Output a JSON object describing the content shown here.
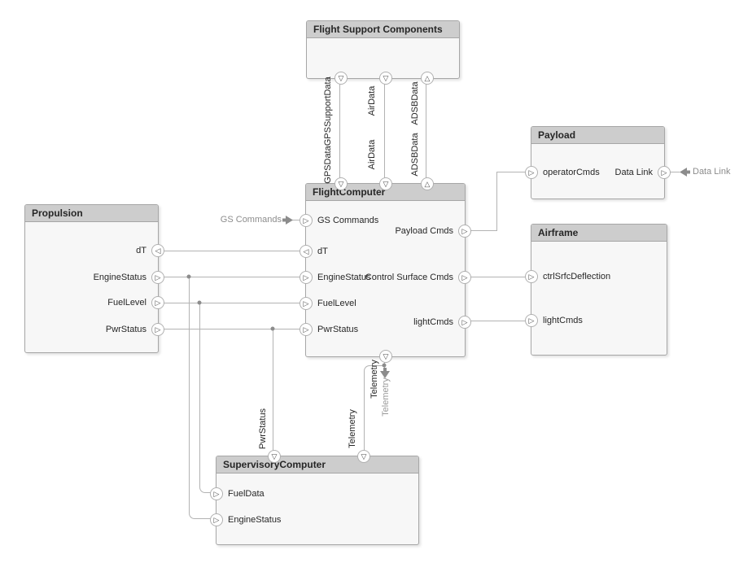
{
  "icons": {
    "tri_right": "▷",
    "tri_left": "◁",
    "tri_down": "▽",
    "tri_up": "△"
  },
  "colors": {
    "header_fill": "#cdcdcd",
    "block_fill": "#f7f7f7",
    "block_border": "#a6a6a6",
    "wire": "#b3b3b3",
    "external_gray": "#8c8c8c",
    "label_text": "#262626"
  },
  "blocks": {
    "flight_support_components": {
      "title": "Flight Support Components"
    },
    "payload": {
      "title": "Payload",
      "ports": {
        "operator_cmds": "operatorCmds",
        "data_link": "Data Link"
      }
    },
    "flight_computer": {
      "title": "FlightComputer",
      "ports": {
        "gs_commands": "GS Commands",
        "dt": "dT",
        "engine_status": "EngineStatus",
        "fuel_level": "FuelLevel",
        "pwr_status": "PwrStatus",
        "payload_cmds": "Payload Cmds",
        "control_surface_cmds": "Control Surface Cmds",
        "light_cmds": "lightCmds"
      }
    },
    "airframe": {
      "title": "Airframe",
      "ports": {
        "ctrl_srfc_deflection": "ctrlSrfcDeflection",
        "light_cmds": "lightCmds"
      }
    },
    "propulsion": {
      "title": "Propulsion",
      "ports": {
        "dt": "dT",
        "engine_status": "EngineStatus",
        "fuel_level": "FuelLevel",
        "pwr_status": "PwrStatus"
      }
    },
    "supervisory_computer": {
      "title": "SupervisoryComputer",
      "ports": {
        "fuel_data": "FuelData",
        "engine_status": "EngineStatus"
      }
    }
  },
  "connector_labels": {
    "gps": "GPSDataGPSSupportData",
    "air_data_top": "AirData",
    "air_data_bottom": "AirData",
    "adsb_top": "ADSBData",
    "adsb_bottom": "ADSBData",
    "pwr_status_vertical": "PwrStatus",
    "telemetry_to_sc": "Telemetry",
    "telemetry_at_fc": "Telemetry",
    "telemetry_external": "Telemetry"
  },
  "external_ports": {
    "gs_commands": "GS Commands",
    "data_link": "Data Link"
  }
}
